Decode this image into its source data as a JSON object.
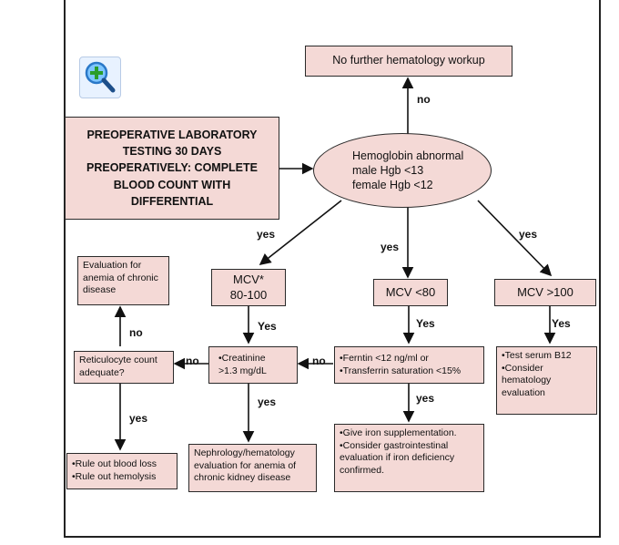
{
  "zoom_button": {
    "icon": "zoom-in-icon"
  },
  "nodes": {
    "no_workup": "No further hematology workup",
    "preop": "PREOPERATIVE LABORATORY TESTING 30 DAYS PREOPERATIVELY: COMPLETE BLOOD COUNT WITH DIFFERENTIAL",
    "hgb_lines": [
      "Hemoglobin abnormal",
      "male Hgb <13",
      "female Hgb <12"
    ],
    "mcv_normal_lines": [
      "MCV*",
      "80-100"
    ],
    "mcv_low": "MCV <80",
    "mcv_high": "MCV >100",
    "eval_chronic": "Evaluation for anemia of chronic disease",
    "retic": "Reticulocyte count adequate?",
    "creatinine_lines": [
      "•Creatinine",
      ">1.3 mg/dL"
    ],
    "ferritin_lines": [
      "•Ferntin <12 ng/ml or",
      "•Transferrin saturation <15%"
    ],
    "b12_lines": [
      "•Test serum B12",
      "•Consider hematology evaluation"
    ],
    "rule_out_lines": [
      "•Rule out blood loss",
      "•Rule out hemolysis"
    ],
    "nephrology": "Nephrology/hematology evaluation for anemia of chronic kidney disease",
    "iron_lines": [
      "•Give iron supplementation.",
      "•Consider gastrointestinal evaluation if iron deficiency confirmed."
    ]
  },
  "labels": {
    "no_top": "no",
    "yes_left": "yes",
    "yes_mid": "yes",
    "yes_right": "yes",
    "yes_mcv_normal": "Yes",
    "yes_mcv_low": "Yes",
    "yes_mcv_high": "Yes",
    "no_retic_up": "no",
    "no_creat_retic": "no",
    "no_ferr_creat": "no",
    "yes_retic_down": "yes",
    "yes_creat_down": "yes",
    "yes_ferr_down": "yes"
  }
}
